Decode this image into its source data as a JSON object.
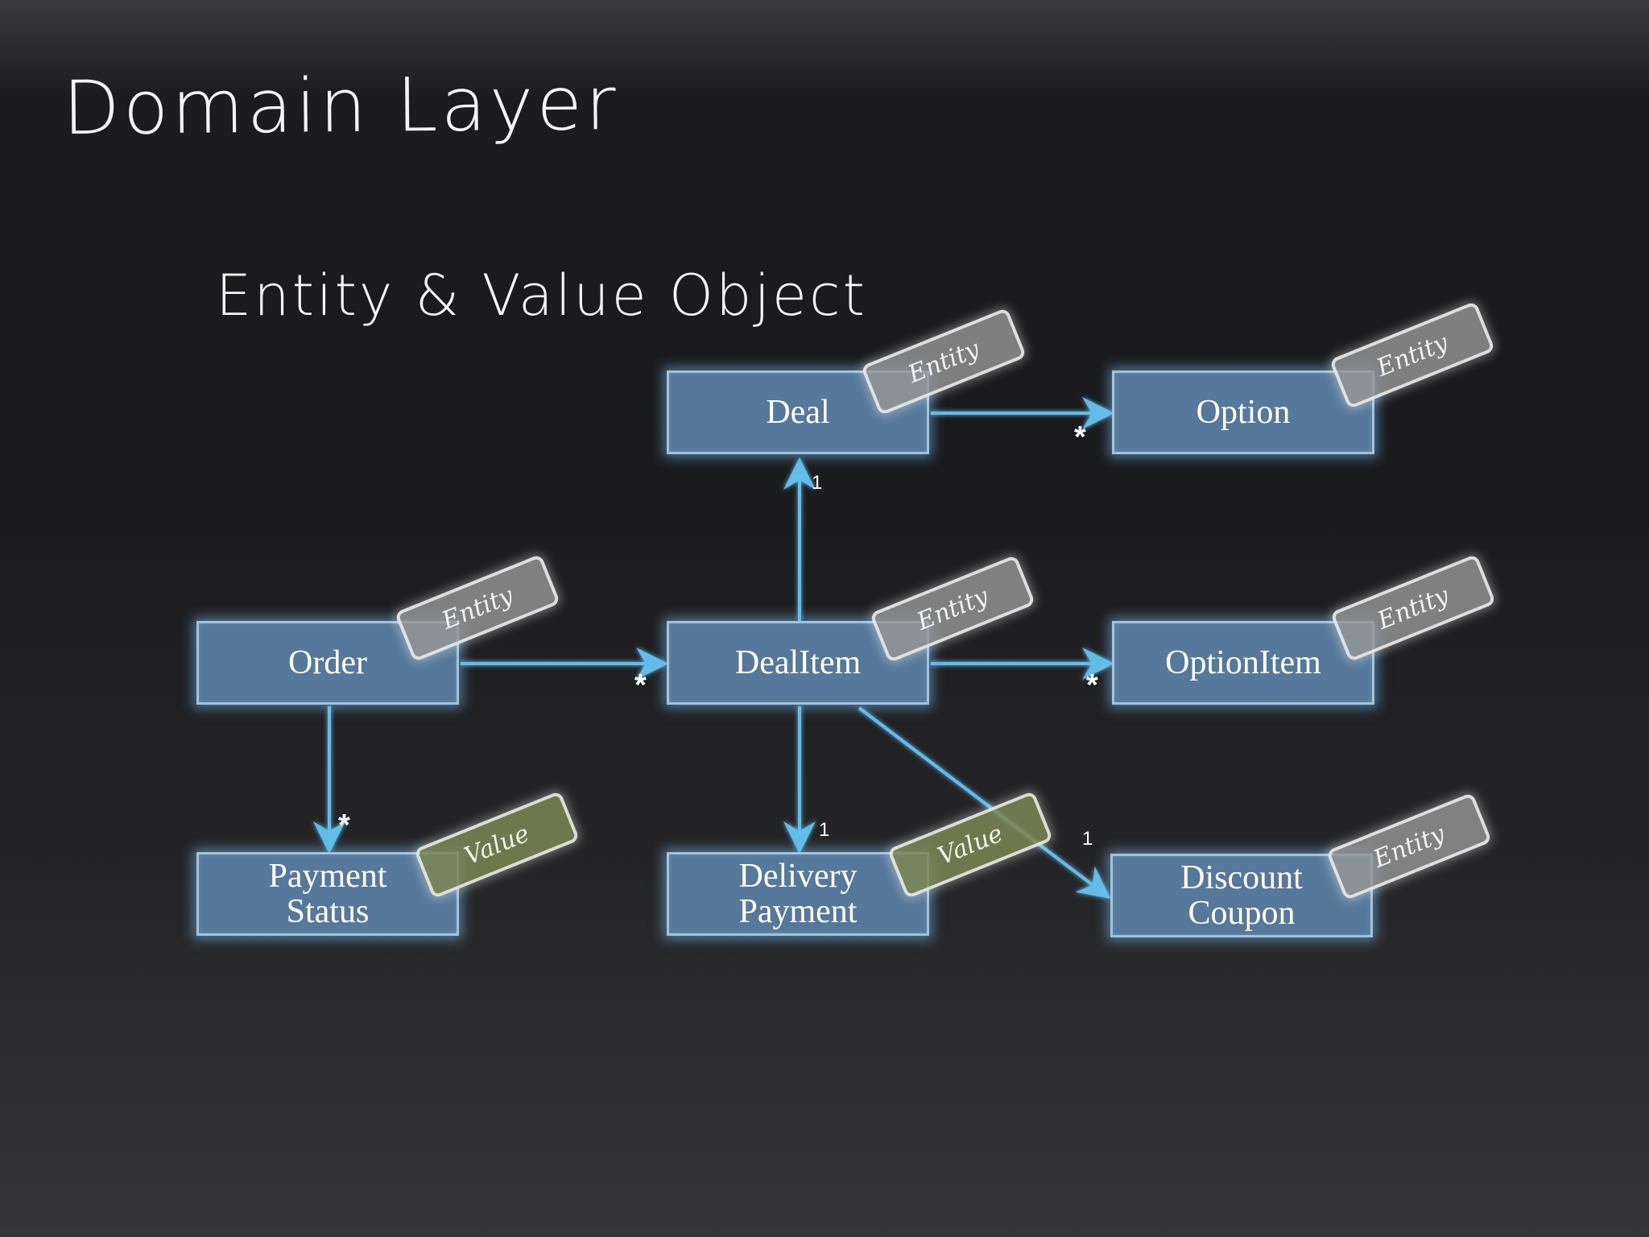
{
  "title": "Domain Layer",
  "subtitle": "Entity & Value Object",
  "nodes": {
    "deal": {
      "label": "Deal",
      "tag": "Entity"
    },
    "option": {
      "label": "Option",
      "tag": "Entity"
    },
    "order": {
      "label": "Order",
      "tag": "Entity"
    },
    "dealitem": {
      "label": "DealItem",
      "tag": "Entity"
    },
    "optionitem": {
      "label": "OptionItem",
      "tag": "Entity"
    },
    "paymentstatus": {
      "label": "Payment\nStatus",
      "tag": "Value"
    },
    "deliverypayment": {
      "label": "Delivery\nPayment",
      "tag": "Value"
    },
    "discountcoupon": {
      "label": "Discount\nCoupon",
      "tag": "Entity"
    }
  },
  "edges": [
    {
      "from": "Deal",
      "to": "Option",
      "multiplicity": "*"
    },
    {
      "from": "DealItem",
      "to": "Deal",
      "multiplicity": "1"
    },
    {
      "from": "Order",
      "to": "DealItem",
      "multiplicity": "*"
    },
    {
      "from": "DealItem",
      "to": "OptionItem",
      "multiplicity": "*"
    },
    {
      "from": "Order",
      "to": "Payment Status",
      "multiplicity": "*"
    },
    {
      "from": "DealItem",
      "to": "Delivery Payment",
      "multiplicity": "1"
    },
    {
      "from": "DealItem",
      "to": "Discount Coupon",
      "multiplicity": "1"
    }
  ],
  "colors": {
    "node_fill": "#56789a",
    "node_border": "#9ec3e0",
    "arrow": "#63bde8",
    "entity_tag": "#969696",
    "value_tag": "#7d8755"
  }
}
